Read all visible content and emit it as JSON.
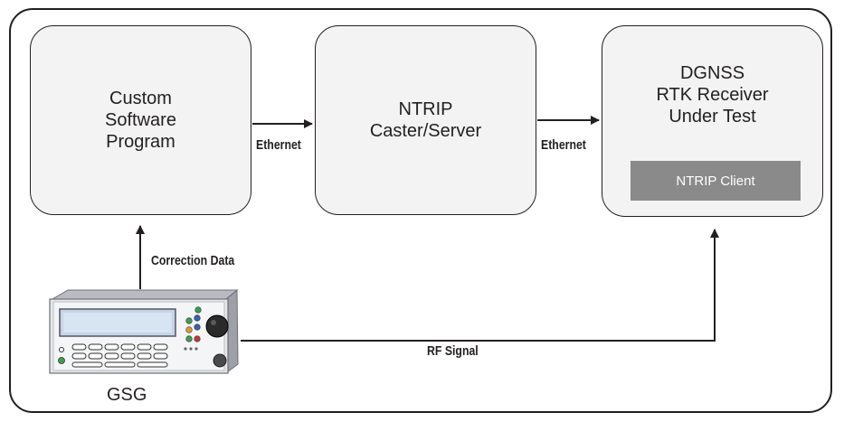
{
  "nodes": {
    "software": "Custom\nSoftware\nProgram",
    "caster": "NTRIP\nCaster/Server",
    "receiver": "DGNSS\nRTK Receiver\nUnder Test",
    "client": "NTRIP Client",
    "gsg": "GSG"
  },
  "links": {
    "ethernet_1": "Ethernet",
    "ethernet_2": "Ethernet",
    "correction": "Correction Data",
    "rf": "RF Signal"
  },
  "colors": {
    "line": "#231f20",
    "box_fill": "#f3f3f3",
    "client_fill": "#8a8a8a"
  }
}
